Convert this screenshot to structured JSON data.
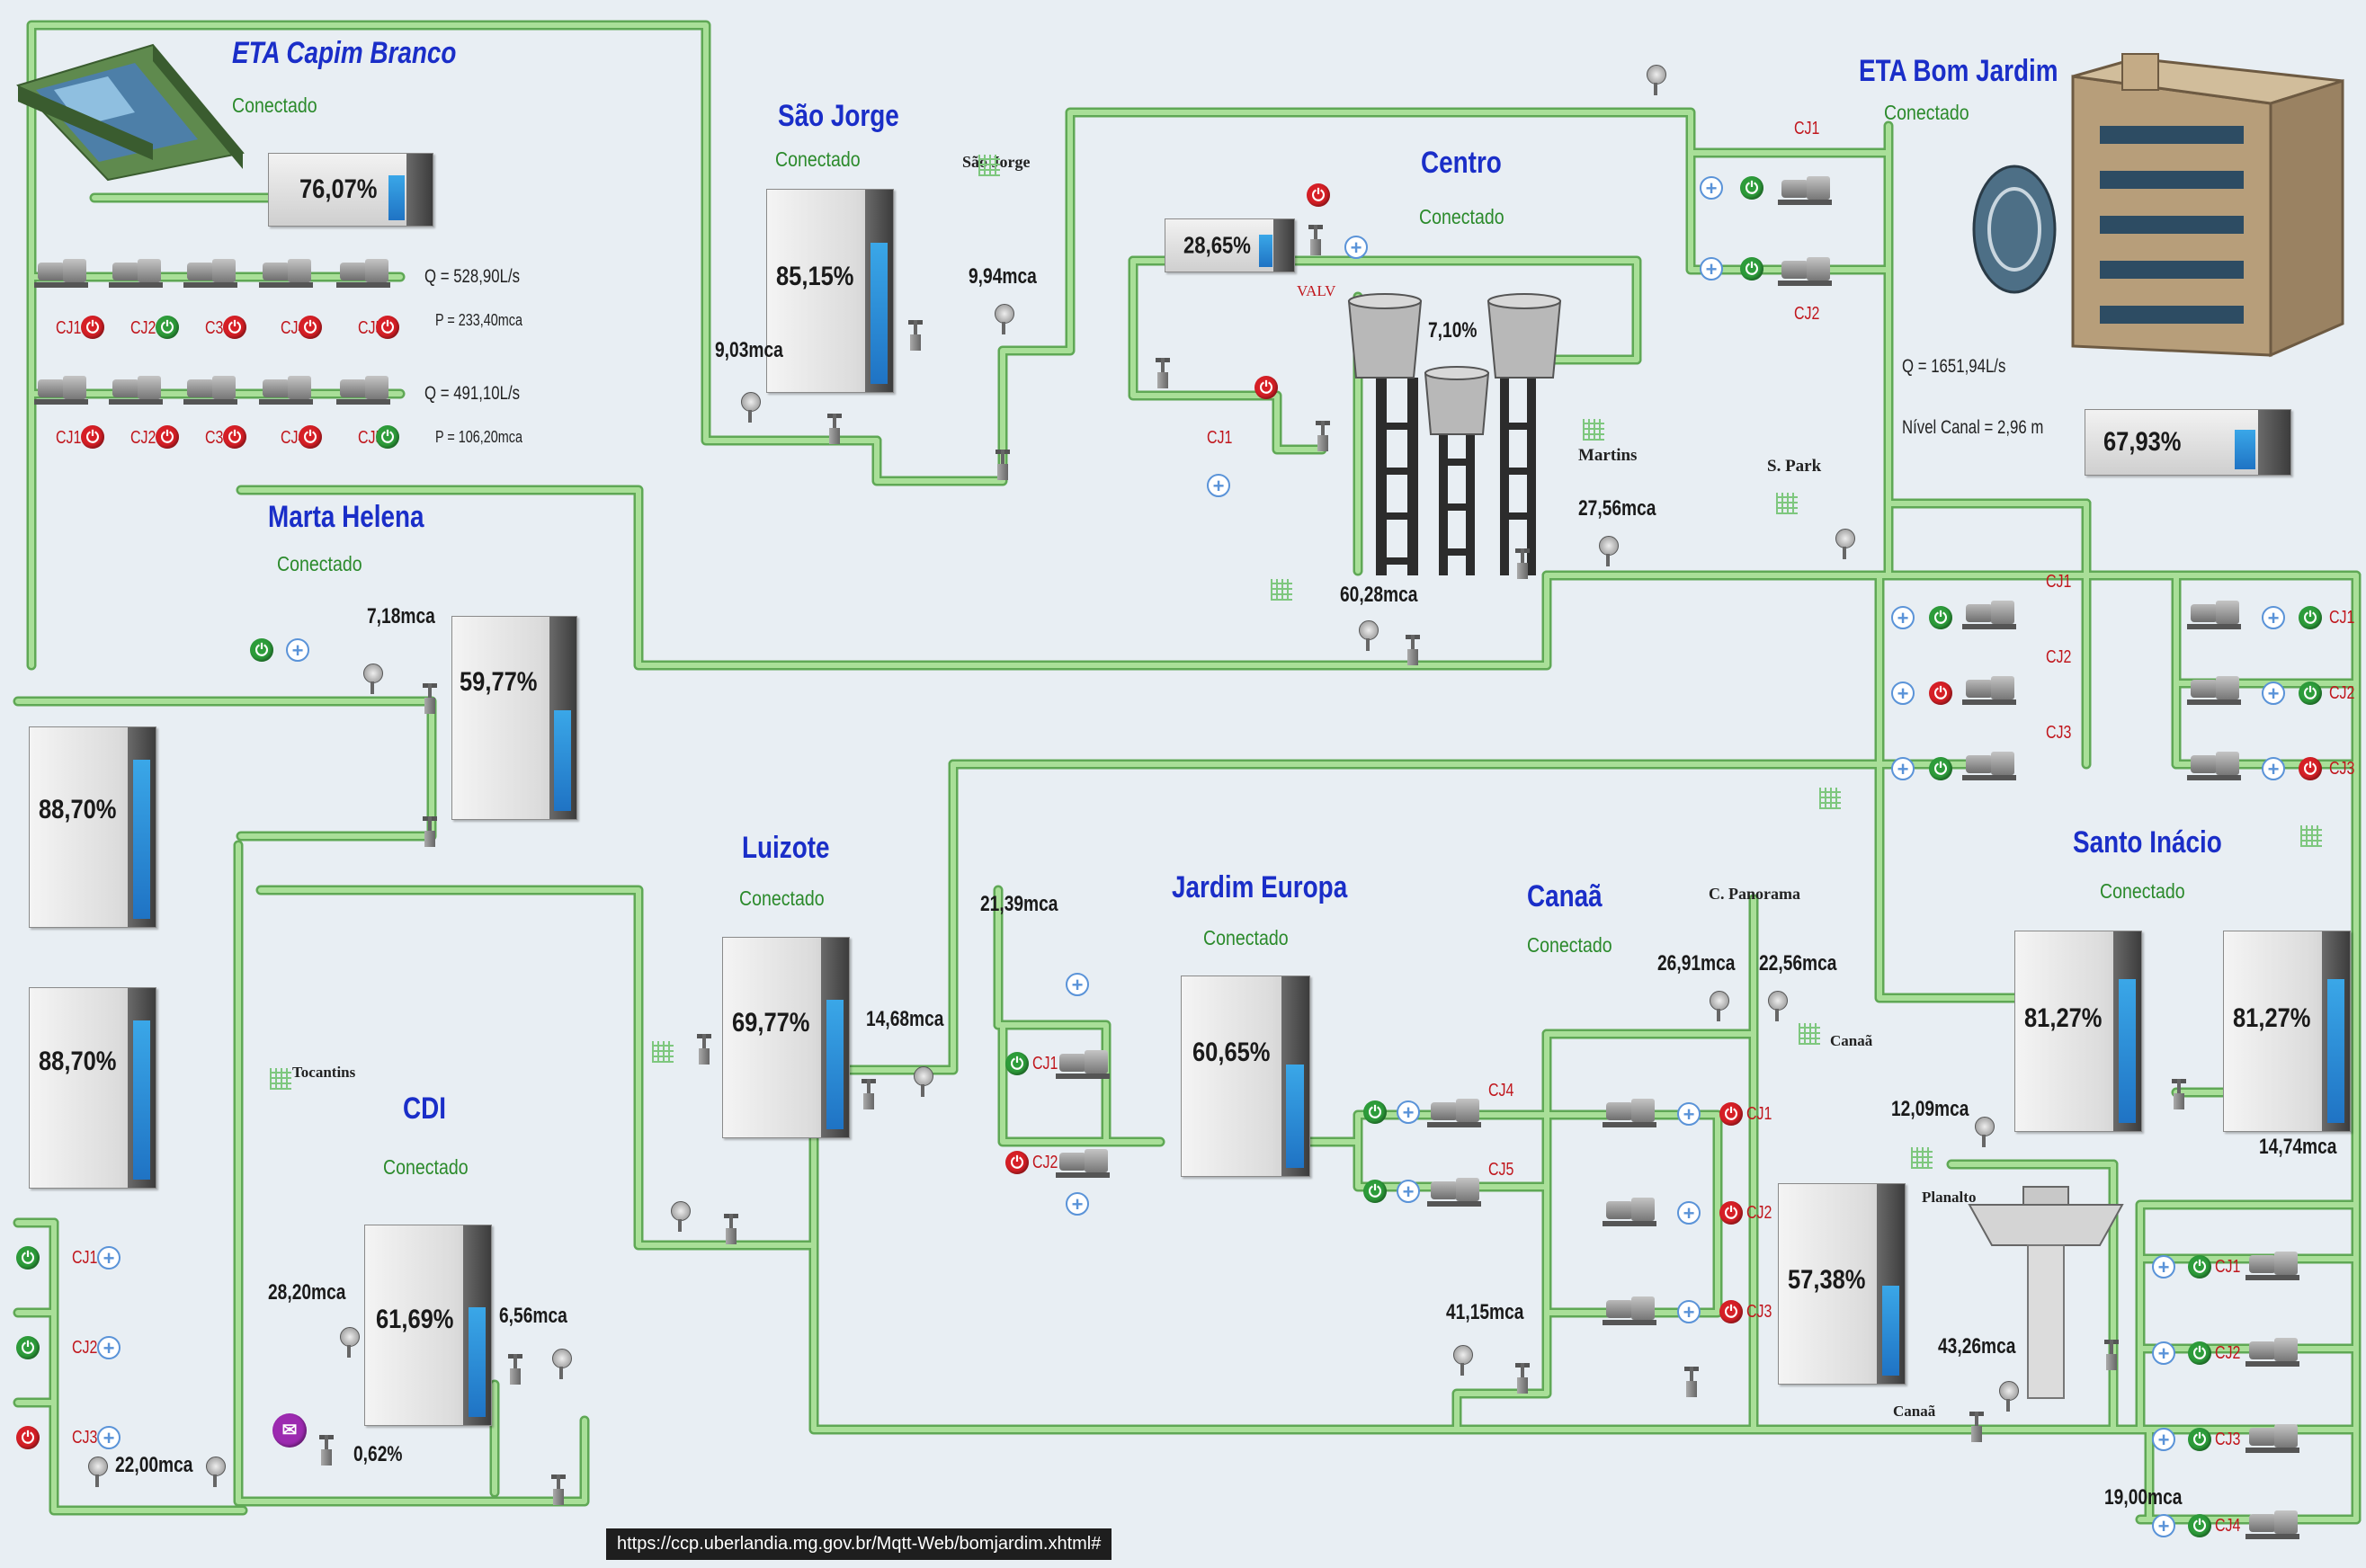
{
  "url_bar": "https://ccp.uberlandia.mg.gov.br/Mqtt-Web/bomjardim.xhtml#",
  "stations": {
    "eta_capim_branco": {
      "title": "ETA Capim Branco",
      "status": "Conectado",
      "tank_pct": "76,07%"
    },
    "sao_jorge": {
      "title": "São Jorge",
      "status": "Conectado",
      "tank_pct": "85,15%"
    },
    "centro": {
      "title": "Centro",
      "status": "Conectado",
      "tank_pct": "28,65%"
    },
    "eta_bom_jardim": {
      "title": "ETA Bom Jardim",
      "status": "Conectado",
      "tank_pct": "67,93%"
    },
    "marta_helena": {
      "title": "Marta Helena",
      "status": "Conectado",
      "tank_pct": "59,77%"
    },
    "luizote": {
      "title": "Luizote",
      "status": "Conectado",
      "tank_pct": "69,77%"
    },
    "jardim_europa": {
      "title": "Jardim Europa",
      "status": "Conectado",
      "tank_pct": "60,65%"
    },
    "canaa": {
      "title": "Canaã",
      "status": "Conectado",
      "tank_pct": "57,38%"
    },
    "santo_inacio": {
      "title": "Santo Inácio",
      "status": "Conectado",
      "tank_left_pct": "81,27%",
      "tank_right_pct": "81,27%"
    },
    "cdi": {
      "title": "CDI",
      "status": "Conectado",
      "tank_pct": "61,69%"
    }
  },
  "left_tanks": {
    "upper_pct": "88,70%",
    "lower_pct": "88,70%"
  },
  "centro_tower_pct": "7,10%",
  "capim_branco": {
    "flow1": "Q = 528,90L/s",
    "pressure1": "P = 233,40mca",
    "flow2": "Q = 491,10L/s",
    "pressure2": "P = 106,20mca",
    "row1": [
      {
        "label": "CJ1",
        "state": "off"
      },
      {
        "label": "CJ2",
        "state": "on"
      },
      {
        "label": "C3",
        "state": "off"
      },
      {
        "label": "CJ4",
        "state": "off"
      },
      {
        "label": "CJ5",
        "state": "off"
      }
    ],
    "row2": [
      {
        "label": "CJ1",
        "state": "off"
      },
      {
        "label": "CJ2",
        "state": "off"
      },
      {
        "label": "C3",
        "state": "off"
      },
      {
        "label": "CJ4",
        "state": "off"
      },
      {
        "label": "CJ5",
        "state": "on"
      }
    ]
  },
  "bom_jardim": {
    "flow": "Q = 1651,94L/s",
    "canal_level": "Nível Canal = 2,96 m",
    "cj1": "CJ1",
    "cj2": "CJ2"
  },
  "pressures": {
    "sao_jorge_in": "9,03mca",
    "sao_jorge_out": "9,94mca",
    "marta_helena": "7,18mca",
    "centro_27": "27,56mca",
    "centro_60": "60,28mca",
    "luizote": "14,68mca",
    "jardim_europa_in": "21,39mca",
    "canaa_26": "26,91mca",
    "canaa_22": "22,56mca",
    "canaa_41": "41,15mca",
    "planalto_12": "12,09mca",
    "planalto_43": "43,26mca",
    "cdi_28": "28,20mca",
    "cdi_6": "6,56mca",
    "cdi_level": "0,62%",
    "bottom_left": "22,00mca",
    "santo_inacio": "14,74mca",
    "bottom_right": "19,00mca"
  },
  "place_labels": {
    "sao_jorge": "São Jorge",
    "valv": "VALV",
    "martins": "Martins",
    "s_park": "S. Park",
    "tocantins": "Tocantins",
    "c_panorama": "C. Panorama",
    "canaa": "Canaã",
    "planalto": "Planalto",
    "canaa_bottom": "Canaã",
    "centro_cj1": "CJ1"
  },
  "bom_jardim_pumps": [
    {
      "label": "CJ1",
      "state": "on"
    },
    {
      "label": "CJ2",
      "state": "off"
    },
    {
      "label": "CJ3",
      "state": "on"
    }
  ],
  "santo_inacio_pumps": [
    {
      "label": "CJ1",
      "state": "on"
    },
    {
      "label": "CJ2",
      "state": "on"
    },
    {
      "label": "CJ3",
      "state": "off"
    }
  ],
  "jardim_europa_pumps": [
    {
      "label": "CJ1",
      "state": "on"
    },
    {
      "label": "CJ2",
      "state": "off"
    }
  ],
  "canaa_pumps_left": [
    {
      "label": "CJ4",
      "state": "on"
    },
    {
      "label": "CJ5",
      "state": "on"
    }
  ],
  "canaa_pumps_right": [
    {
      "label": "CJ1",
      "state": "off"
    },
    {
      "label": "CJ2",
      "state": "off"
    },
    {
      "label": "CJ3",
      "state": "off"
    }
  ],
  "left_bottom_pumps": [
    {
      "label": "CJ1",
      "state": "on"
    },
    {
      "label": "CJ2",
      "state": "on"
    },
    {
      "label": "CJ3",
      "state": "off"
    }
  ],
  "right_bottom_pumps": [
    {
      "label": "CJ1",
      "state": "on"
    },
    {
      "label": "CJ2",
      "state": "on"
    },
    {
      "label": "CJ3",
      "state": "on"
    },
    {
      "label": "CJ4",
      "state": "on"
    }
  ],
  "colors": {
    "pipe": "#8ccf7e",
    "pipe_edge": "#5fa855",
    "title": "#1a2ec8",
    "connected": "#2b8a2b",
    "on": "#2d9c3a",
    "off": "#d61f26",
    "water": "#2a8fdc"
  },
  "icons": {
    "power_on": "power-on-icon",
    "power_off": "power-off-icon",
    "gate": "gate-valve-icon",
    "pressure": "pressure-gauge-icon",
    "flowmeter": "flowmeter-grid-icon",
    "mail": "mail-icon"
  }
}
